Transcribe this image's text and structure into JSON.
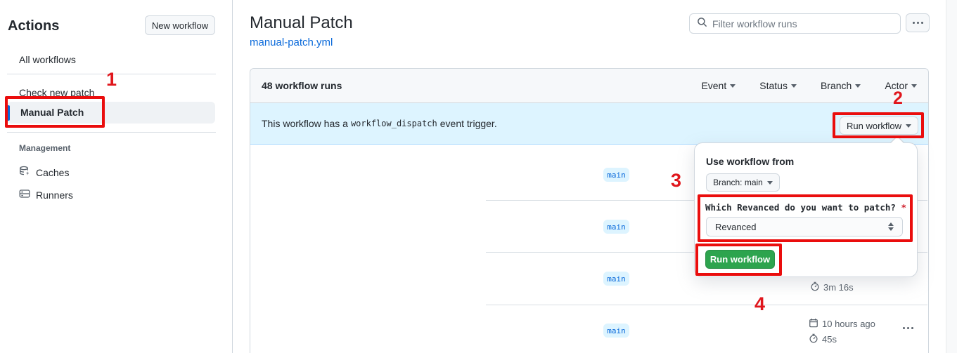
{
  "colors": {
    "accent": "#0969da",
    "accent_subtle": "#ddf4ff",
    "success_green": "#2da44e",
    "annotation_red": "#ea0d0d",
    "border": "#d0d7de",
    "bg_subtle": "#f6f8fa",
    "text": "#24292f",
    "muted": "#57606a",
    "top_bar": "#f4745e"
  },
  "annotations": {
    "step1": "1",
    "step2": "2",
    "step3": "3",
    "step4": "4"
  },
  "sidebar": {
    "title": "Actions",
    "new_workflow_button": "New workflow",
    "items": [
      {
        "label": "All workflows"
      },
      {
        "label": "Check new patch"
      },
      {
        "label": "Manual Patch"
      }
    ],
    "management": {
      "heading": "Management",
      "items": [
        {
          "label": "Caches",
          "icon": "cache-icon"
        },
        {
          "label": "Runners",
          "icon": "runners-icon"
        }
      ]
    }
  },
  "header": {
    "title": "Manual Patch",
    "workflow_file": "manual-patch.yml",
    "filter_placeholder": "Filter workflow runs",
    "more_icon": "kebab-horizontal-icon"
  },
  "runs": {
    "count_label": "48 workflow runs",
    "filters": [
      {
        "label": "Event"
      },
      {
        "label": "Status"
      },
      {
        "label": "Branch"
      },
      {
        "label": "Actor"
      }
    ],
    "banner": {
      "text_before": "This workflow has a",
      "code": "workflow_dispatch",
      "text_after": "event trigger.",
      "run_button": "Run workflow"
    },
    "rows": [
      {
        "branch": "main"
      },
      {
        "branch": "main"
      },
      {
        "branch": "main",
        "duration": "3m 16s"
      },
      {
        "branch": "main",
        "time": "10 hours ago",
        "duration": "45s"
      }
    ]
  },
  "dropdown": {
    "heading": "Use workflow from",
    "branch_button": "Branch: main",
    "input_label": "Which Revanced do you want to patch?",
    "required_mark": "*",
    "select_value": "Revanced",
    "run_button": "Run workflow"
  }
}
